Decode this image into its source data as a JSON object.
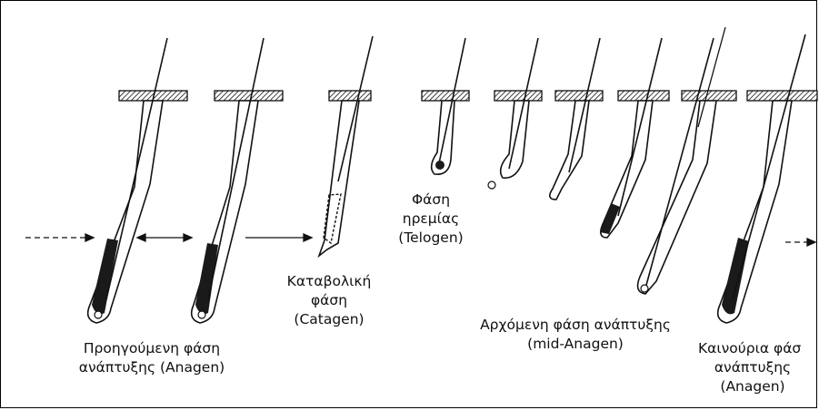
{
  "figure": {
    "labels": {
      "previous_anagen": [
        "Προηγούμενη φάση",
        "ανάπτυξης (Anagen)"
      ],
      "catagen": [
        "Καταβολική",
        "φάση",
        "(Catagen)"
      ],
      "telogen": [
        "Φάση",
        "ηρεμίας",
        "(Telogen)"
      ],
      "mid_anagen": [
        "Αρχόμενη φάση ανάπτυξης",
        "(mid-Anagen)"
      ],
      "new_anagen": [
        "Καινούρια φάσ",
        "ανάπτυξης",
        "(Anagen)"
      ]
    },
    "colors": {
      "ink": "#111111",
      "background": "#ffffff"
    }
  }
}
